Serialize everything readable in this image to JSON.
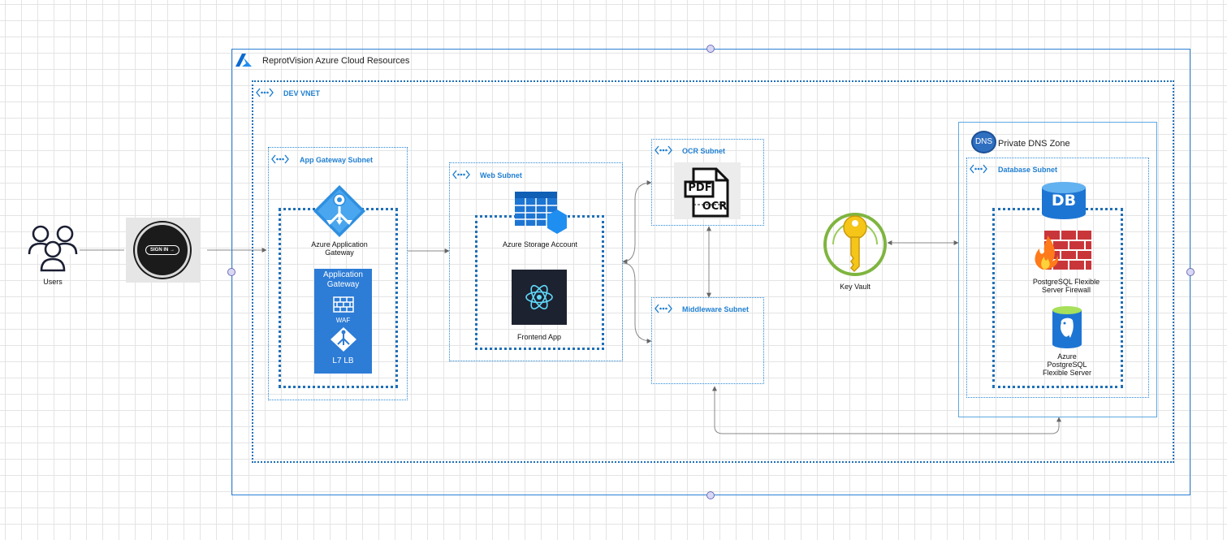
{
  "cloud": {
    "title": "ReprotVision Azure Cloud Resources"
  },
  "vnet": {
    "title": "DEV VNET"
  },
  "users": {
    "label": "Users"
  },
  "signin": {
    "text": "SIGN IN"
  },
  "app_gateway_subnet": {
    "title": "App Gateway Subnet",
    "gateway_label_1": "Azure Application",
    "gateway_label_2": "Gateway",
    "tile_title_1": "Application",
    "tile_title_2": "Gateway",
    "tile_waf": "WAF",
    "tile_lb": "L7 LB"
  },
  "web_subnet": {
    "title": "Web Subnet",
    "storage_label": "Azure Storage Account",
    "frontend_label": "Frontend App"
  },
  "ocr_subnet": {
    "title": "OCR Subnet",
    "pdf_text": "PDF",
    "ocr_text": "OCR"
  },
  "middleware_subnet": {
    "title": "Middleware Subnet"
  },
  "key_vault": {
    "label": "Key Vault"
  },
  "dns_zone": {
    "badge": "DNS",
    "title": "Private DNS Zone"
  },
  "database_subnet": {
    "title": "Database Subnet",
    "db_badge": "DB",
    "firewall_label_1": "PostgreSQL Flexible",
    "firewall_label_2": "Server Firewall",
    "server_label_1": "Azure",
    "server_label_2": "PostgreSQL",
    "server_label_3": "Flexible Server"
  },
  "colors": {
    "azure_blue": "#1f7fd1",
    "zone_border": "#2a8ad9",
    "gateway_tile": "#2d7cd6",
    "react_bg": "#1d2230",
    "react_accent": "#61dafb",
    "key_gold": "#f5c518",
    "firewall_red": "#c9363a",
    "handle_fill": "#d8d8f5"
  }
}
